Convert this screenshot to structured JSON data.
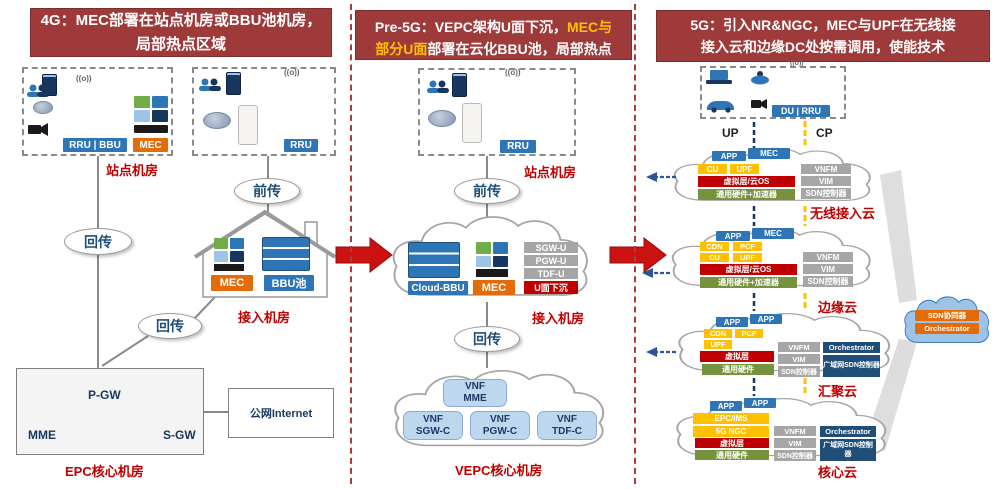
{
  "left": {
    "title": "4G：MEC部署在站点机房或BBU池机房，\n局部热点区域",
    "antenna1": "((o))",
    "antenna2": "((o))",
    "rru_bbu": "RRU | BBU",
    "mec_site": "MEC",
    "rru2": "RRU",
    "site_room": "站点机房",
    "fronthaul": "前传",
    "backhaul1": "回传",
    "backhaul2": "回传",
    "house_mec": "MEC",
    "house_bbu": "BBU池",
    "access_room": "接入机房",
    "pgw": "P-GW",
    "mme": "MME",
    "sgw": "S-GW",
    "epc_label": "EPC核心机房",
    "internet": "公网Internet"
  },
  "middle": {
    "t1": "Pre-5G：VEPC架构U面下沉，",
    "t2": "MEC与",
    "t3": "部分U面",
    "t4": "部署在云化BBU池，局部热点",
    "antenna": "((o))",
    "rru": "RRU",
    "site_room": "站点机房",
    "fronthaul": "前传",
    "backhaul": "回传",
    "cloud_bbu": "Cloud-BBU",
    "mec": "MEC",
    "sgwu": "SGW-U",
    "pgwu": "PGW-U",
    "tdfu": "TDF-U",
    "u_sink": "U面下沉",
    "access_room": "接入机房",
    "vnf_mme": "VNF\nMME",
    "vnf_sgwc": "VNF\nSGW-C",
    "vnf_pgwc": "VNF\nPGW-C",
    "vnf_tdfc": "VNF\nTDF-C",
    "core_label": "VEPC核心机房"
  },
  "right": {
    "title": "5G：引入NR&NGC，MEC与UPF在无线接\n接入云和边缘DC处按需调用，使能技术",
    "antenna": "((o))",
    "du_rru": "DU | RRU",
    "up": "UP",
    "cp": "CP",
    "c1": {
      "app": "APP",
      "mec": "MEC",
      "cu": "CU",
      "upf": "UPF",
      "virt": "虚拟层/云OS",
      "hw": "通用硬件+加速器",
      "vnfm": "VNFM",
      "vim": "VIM",
      "sdn": "SDN控制器",
      "label": "无线接入云"
    },
    "c2": {
      "app": "APP",
      "mec": "MEC",
      "cdn": "CDN",
      "pcf": "PCF",
      "cu": "CU",
      "upf": "UPF",
      "virt": "虚拟层/云OS",
      "hw": "通用硬件+加速器",
      "vnfm": "VNFM",
      "vim": "VIM",
      "sdn": "SDN控制器",
      "label": "边缘云"
    },
    "c3": {
      "app1": "APP",
      "app2": "APP",
      "cdn": "CDN",
      "pcf": "PCF",
      "upf": "UPF",
      "virt": "虚拟层",
      "hw": "通用硬件",
      "vnfm": "VNFM",
      "vim": "VIM",
      "sdn": "SDN控制器",
      "orch": "Orchestrator",
      "wan": "广域网SDN控制器",
      "label": "汇聚云"
    },
    "c4": {
      "app1": "APP",
      "app2": "APP",
      "row1": "EPC/IMS",
      "row2": "5G NGC",
      "virt": "虚拟层",
      "hw": "通用硬件",
      "vnfm": "VNFM",
      "vim": "VIM",
      "sdn": "SDN控制器",
      "orch": "Orchestrator",
      "wan": "广域网SDN控制器",
      "label": "核心云"
    },
    "side": {
      "sdn": "SDN协同器",
      "orch": "Orchestrator"
    }
  }
}
